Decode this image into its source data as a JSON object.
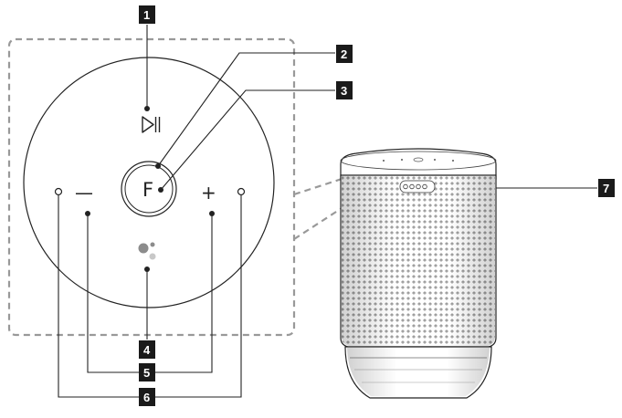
{
  "callouts": [
    "1",
    "2",
    "3",
    "4",
    "5",
    "6",
    "7"
  ],
  "buttons": {
    "function_label": "F",
    "volume_down_label": "—",
    "volume_up_label": "+"
  },
  "icons": [
    "play-pause-icon",
    "function-button",
    "volume-down-icon",
    "volume-up-icon",
    "mic-indicator-icon",
    "google-assistant-icon",
    "speaker-button-strip"
  ],
  "colors": {
    "callout_fill": "#1a1a1a",
    "line": "#222222",
    "dashed_border": "#999999",
    "assistant_dot_dark": "#8c8c8c",
    "assistant_dot_light": "#c8c8c8"
  }
}
